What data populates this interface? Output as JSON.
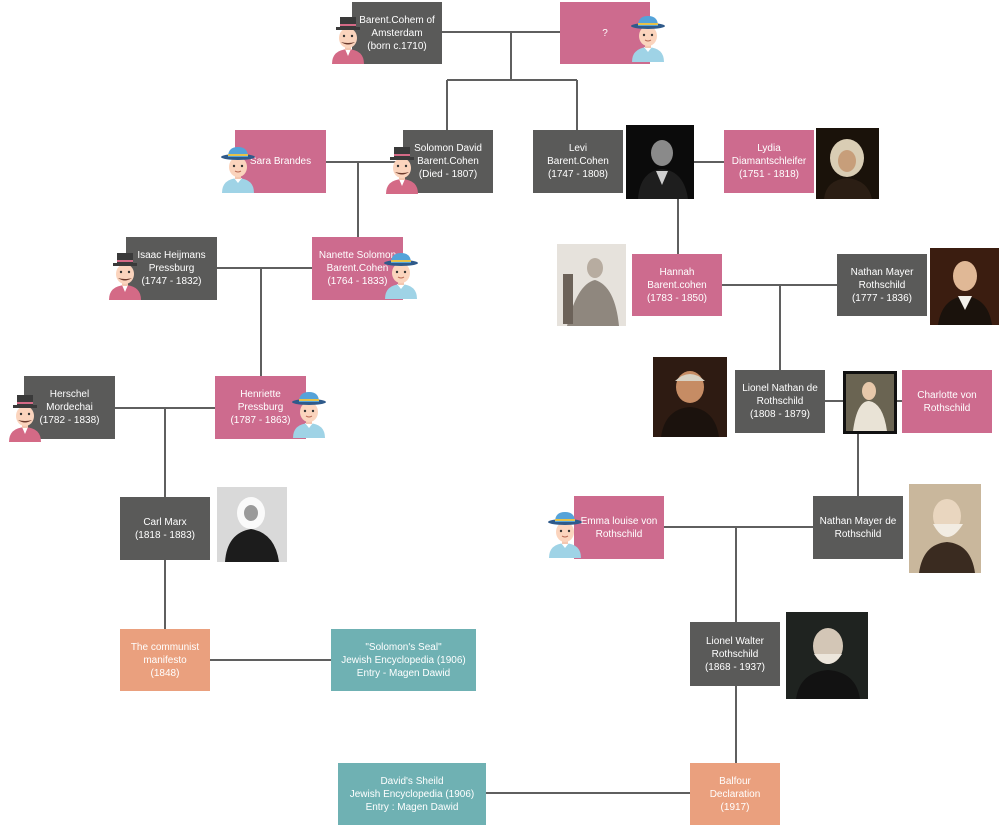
{
  "nodes": {
    "barent_cohem": "Barent.Cohem of\nAmsterdam\n(born c.1710)",
    "unknown_spouse": "?",
    "sara_brandes": "Sara Brandes",
    "solomon_david": "Solomon David\nBarent.Cohen\n(Died - 1807)",
    "levi_barent": "Levi Barent.Cohen\n(1747 - 1808)",
    "lydia": "Lydia\nDiamantschleifer\n(1751 - 1818)",
    "isaac_heijmans": "Isaac Heijmans\nPressburg\n(1747 - 1832)",
    "nanette": "Nanette Solomon\nBarent.Cohen\n(1764 - 1833)",
    "hannah": "Hannah\nBarent.cohen\n(1783 - 1850)",
    "nathan_mayer": "Nathan Mayer\nRothschild\n(1777 - 1836)",
    "herschel": "Herschel\nMordechai\n(1782 - 1838)",
    "henriette": "Henriette\nPressburg\n(1787 - 1863)",
    "lionel_nathan": "Lionel Nathan de\nRothschild\n(1808 - 1879)",
    "charlotte": "Charlotte von\nRothschild",
    "karl_marx": "Carl Marx\n(1818 - 1883)",
    "emma_louise": "Emma louise von\nRothschild",
    "nathan_mayer_de": "Nathan Mayer de\nRothschild",
    "communist_manifesto": "The communist\nmanifesto\n(1848)",
    "solomons_seal": "\"Solomon's Seal\"\nJewish Encyclopedia (1906)\nEntry - Magen Dawid",
    "lionel_walter": "Lionel Walter\nRothschild\n(1868 - 1937)",
    "davids_sheild": "David's Sheild\nJewish Encyclopedia (1906)\nEntry : Magen Dawid",
    "balfour": "Balfour\nDeclaration\n(1917)"
  },
  "colors": {
    "male": "#5a5a59",
    "female": "#cd6b8e",
    "document": "#6fb1b3",
    "event": "#eaa07e",
    "connector": "#5f5f5f"
  }
}
